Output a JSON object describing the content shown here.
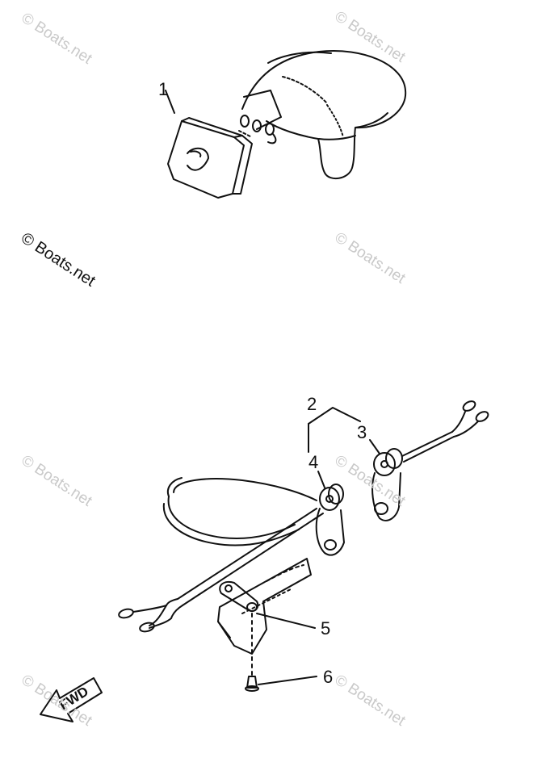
{
  "watermarks": [
    "© Boats.net",
    "© Boats.net",
    "© Boats.net",
    "© Boats.net",
    "© Boats.net",
    "© Boats.net",
    "© Boats.net",
    "© Boats.net"
  ],
  "callouts": [
    "1",
    "2",
    "3",
    "4",
    "5",
    "6"
  ],
  "fwd_label": "FWD",
  "colors": {
    "line": "#111111",
    "watermark": "#c9c9c9",
    "background": "#ffffff"
  }
}
